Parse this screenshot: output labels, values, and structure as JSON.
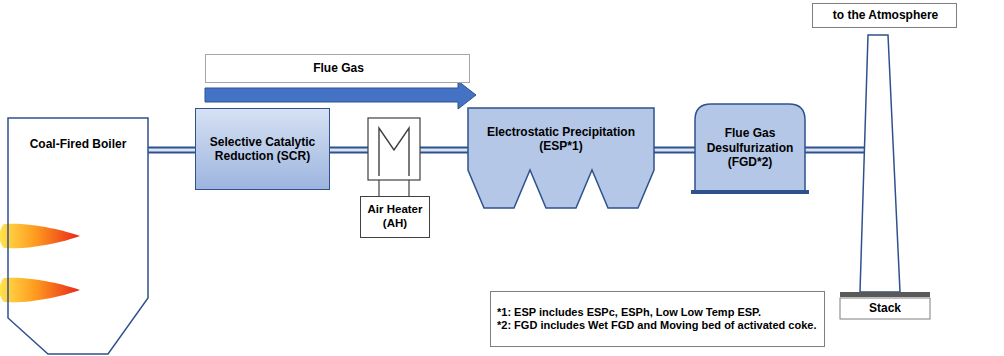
{
  "diagram": {
    "nodes": [
      {
        "text": [
          "Flue Gas"
        ]
      },
      {
        "text": [
          "to the Atmosphere"
        ]
      },
      {
        "text": [
          "Coal-Fired Boiler"
        ]
      },
      {
        "text": [
          "Selective Catalytic Reduction (SCR)"
        ]
      },
      {
        "text": [
          "Air Heater (AH)"
        ]
      },
      {
        "text": [
          "Electrostatic Precipitation (ESP*1)"
        ]
      },
      {
        "text": [
          "Flue Gas Desulfurization (FGD*2)"
        ]
      },
      {
        "text": [
          "Stack"
        ]
      },
      {
        "text": [
          "*1: ESP includes ESPc, ESPh, Low Low Temp ESP.",
          "*2: FGD includes Wet FGD and Moving bed of activated coke."
        ]
      }
    ],
    "edges": [
      {
        "from": 2,
        "to": 3,
        "arrow": "none"
      },
      {
        "from": 3,
        "to": 5,
        "arrow": "none"
      },
      {
        "from": 5,
        "to": 6,
        "arrow": "none"
      },
      {
        "from": 6,
        "to": 7,
        "arrow": "none"
      }
    ]
  }
}
